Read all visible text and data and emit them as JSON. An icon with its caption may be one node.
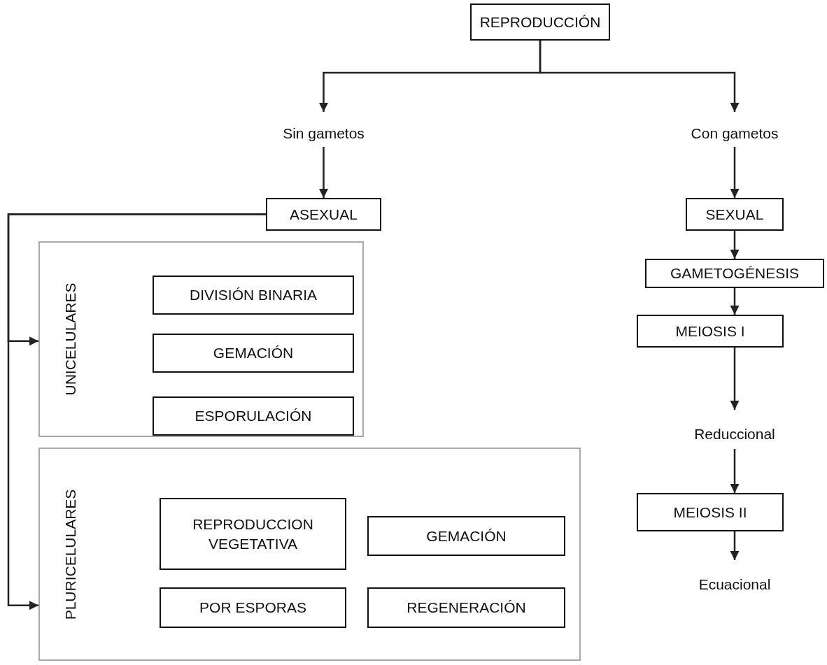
{
  "diagram": {
    "nodes": [
      {
        "text": [
          "REPRODUCCIÓN"
        ]
      },
      {
        "text": [
          "Sin gametos"
        ]
      },
      {
        "text": [
          "Con gametos"
        ]
      },
      {
        "text": [
          "ASEXUAL"
        ]
      },
      {
        "text": [
          "UNICELULARES"
        ]
      },
      {
        "text": [
          "DIVISIÓN BINARIA"
        ],
        "in": 4
      },
      {
        "text": [
          "GEMACIÓN"
        ],
        "in": 4
      },
      {
        "text": [
          "ESPORULACIÓN"
        ],
        "in": 4
      },
      {
        "text": [
          "PLURICELULARES"
        ]
      },
      {
        "text": [
          "REPRODUCCION VEGETATIVA"
        ],
        "in": 8
      },
      {
        "text": [
          "GEMACIÓN"
        ],
        "in": 8
      },
      {
        "text": [
          "POR ESPORAS"
        ],
        "in": 8
      },
      {
        "text": [
          "REGENERACIÓN"
        ],
        "in": 8
      },
      {
        "text": [
          "SEXUAL"
        ]
      },
      {
        "text": [
          "GAMETOGÉNESIS"
        ]
      },
      {
        "text": [
          "MEIOSIS I"
        ]
      },
      {
        "text": [
          "Reduccional"
        ]
      },
      {
        "text": [
          "MEIOSIS II"
        ]
      },
      {
        "text": [
          "Ecuacional"
        ]
      }
    ],
    "edges": [
      {
        "from": 0,
        "to": 1,
        "arrow": "to"
      },
      {
        "from": 0,
        "to": 2,
        "arrow": "to"
      },
      {
        "from": 1,
        "to": 3,
        "arrow": "to"
      },
      {
        "from": 3,
        "to": 4,
        "arrow": "to"
      },
      {
        "from": 3,
        "to": 8,
        "arrow": "to"
      },
      {
        "from": 2,
        "to": 13,
        "arrow": "to"
      },
      {
        "from": 13,
        "to": 14,
        "arrow": "to"
      },
      {
        "from": 14,
        "to": 15,
        "arrow": "to"
      },
      {
        "from": 15,
        "to": 16,
        "arrow": "to"
      },
      {
        "from": 16,
        "to": 17,
        "arrow": "to"
      },
      {
        "from": 17,
        "to": 18,
        "arrow": "to"
      }
    ]
  }
}
